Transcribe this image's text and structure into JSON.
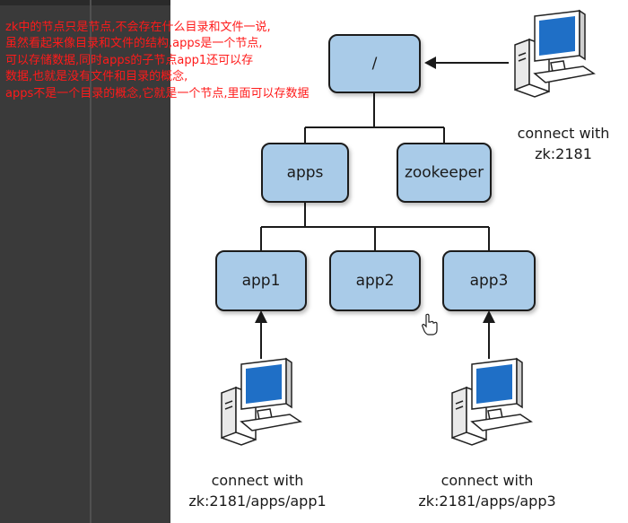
{
  "note": {
    "lines": [
      "zk中的节点只是节点,不会存在什么目录和文件一说,",
      "虽然看起来像目录和文件的结构,apps是一个节点,",
      "可以存储数据,同时apps的子节点app1还可以存",
      "数据,也就是没有文件和目录的概念,",
      "apps不是一个目录的概念,它就是一个节点,里面可以存数据"
    ]
  },
  "diagram": {
    "nodes": {
      "root": "/",
      "apps": "apps",
      "zookeeper": "zookeeper",
      "app1": "app1",
      "app2": "app2",
      "app3": "app3"
    },
    "clients": {
      "top_right": {
        "line1": "connect with",
        "line2": "zk:2181"
      },
      "bottom_left": {
        "line1": "connect with",
        "line2": "zk:2181/apps/app1"
      },
      "bottom_right": {
        "line1": "connect with",
        "line2": "zk:2181/apps/app3"
      }
    },
    "colors": {
      "node_fill": "#a9cbe8",
      "node_stroke": "#1a1a1a",
      "note_text": "#ff1a1a",
      "monitor_screen": "#1f6fc6"
    }
  }
}
